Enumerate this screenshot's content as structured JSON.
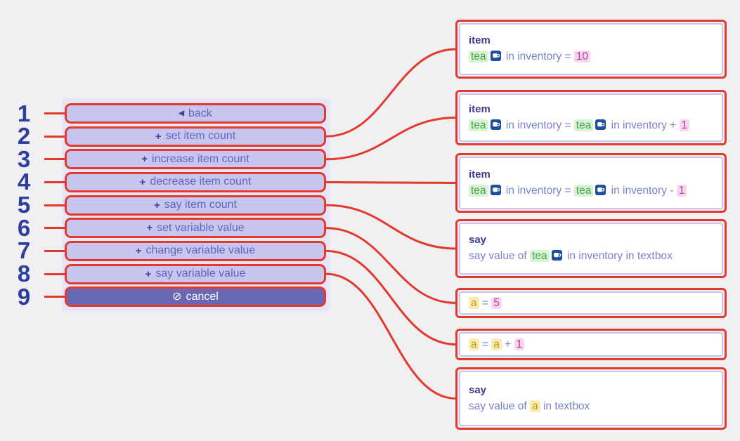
{
  "page": {
    "background": "#f0eff1"
  },
  "annotation": {
    "line_color": "#e23a2d",
    "number_color": "#2e3e9e"
  },
  "menu": {
    "panel_color": "#e7e5f7",
    "items": [
      {
        "number": "1",
        "icon": "back-arrow",
        "label": "back",
        "variant": "normal"
      },
      {
        "number": "2",
        "icon": "plus",
        "label": "set item count",
        "variant": "normal"
      },
      {
        "number": "3",
        "icon": "plus",
        "label": "increase item count",
        "variant": "normal"
      },
      {
        "number": "4",
        "icon": "plus",
        "label": "decrease item count",
        "variant": "normal"
      },
      {
        "number": "5",
        "icon": "plus",
        "label": "say item count",
        "variant": "normal"
      },
      {
        "number": "6",
        "icon": "plus",
        "label": "set variable value",
        "variant": "normal"
      },
      {
        "number": "7",
        "icon": "plus",
        "label": "change variable value",
        "variant": "normal"
      },
      {
        "number": "8",
        "icon": "plus",
        "label": "say variable value",
        "variant": "normal"
      },
      {
        "number": "9",
        "icon": "cancel",
        "label": "cancel",
        "variant": "dark"
      }
    ]
  },
  "cards": [
    {
      "title": "item",
      "segments": [
        {
          "text": "tea",
          "style": "green"
        },
        {
          "icon": "tea-item"
        },
        {
          "text": " in inventory = ",
          "style": "plain"
        },
        {
          "text": "10",
          "style": "pink"
        }
      ]
    },
    {
      "title": "item",
      "segments": [
        {
          "text": "tea",
          "style": "green"
        },
        {
          "icon": "tea-item"
        },
        {
          "text": " in inventory = ",
          "style": "plain"
        },
        {
          "text": "tea",
          "style": "green"
        },
        {
          "icon": "tea-item"
        },
        {
          "text": " in inventory + ",
          "style": "plain"
        },
        {
          "text": "1",
          "style": "pink"
        }
      ]
    },
    {
      "title": "item",
      "segments": [
        {
          "text": "tea",
          "style": "green"
        },
        {
          "icon": "tea-item"
        },
        {
          "text": " in inventory = ",
          "style": "plain"
        },
        {
          "text": "tea",
          "style": "green"
        },
        {
          "icon": "tea-item"
        },
        {
          "text": " in inventory - ",
          "style": "plain"
        },
        {
          "text": "1",
          "style": "pink"
        }
      ]
    },
    {
      "title": "say",
      "segments": [
        {
          "text": "say value of ",
          "style": "plain"
        },
        {
          "text": "tea",
          "style": "green"
        },
        {
          "icon": "tea-item"
        },
        {
          "text": " in inventory in textbox",
          "style": "plain"
        }
      ]
    },
    {
      "title": "",
      "segments": [
        {
          "text": "a",
          "style": "yellow"
        },
        {
          "text": " = ",
          "style": "plain"
        },
        {
          "text": "5",
          "style": "pink"
        }
      ]
    },
    {
      "title": "",
      "segments": [
        {
          "text": "a",
          "style": "yellow"
        },
        {
          "text": " = ",
          "style": "plain"
        },
        {
          "text": "a",
          "style": "yellow"
        },
        {
          "text": " + ",
          "style": "plain"
        },
        {
          "text": "1",
          "style": "pink"
        }
      ]
    },
    {
      "title": "say",
      "segments": [
        {
          "text": "say value of ",
          "style": "plain"
        },
        {
          "text": "a",
          "style": "yellow"
        },
        {
          "text": " in textbox",
          "style": "plain"
        }
      ]
    }
  ],
  "connections": [
    {
      "from_item": 2,
      "to_card": 1
    },
    {
      "from_item": 3,
      "to_card": 2
    },
    {
      "from_item": 4,
      "to_card": 3
    },
    {
      "from_item": 5,
      "to_card": 4
    },
    {
      "from_item": 6,
      "to_card": 5
    },
    {
      "from_item": 7,
      "to_card": 6
    },
    {
      "from_item": 8,
      "to_card": 7
    }
  ]
}
